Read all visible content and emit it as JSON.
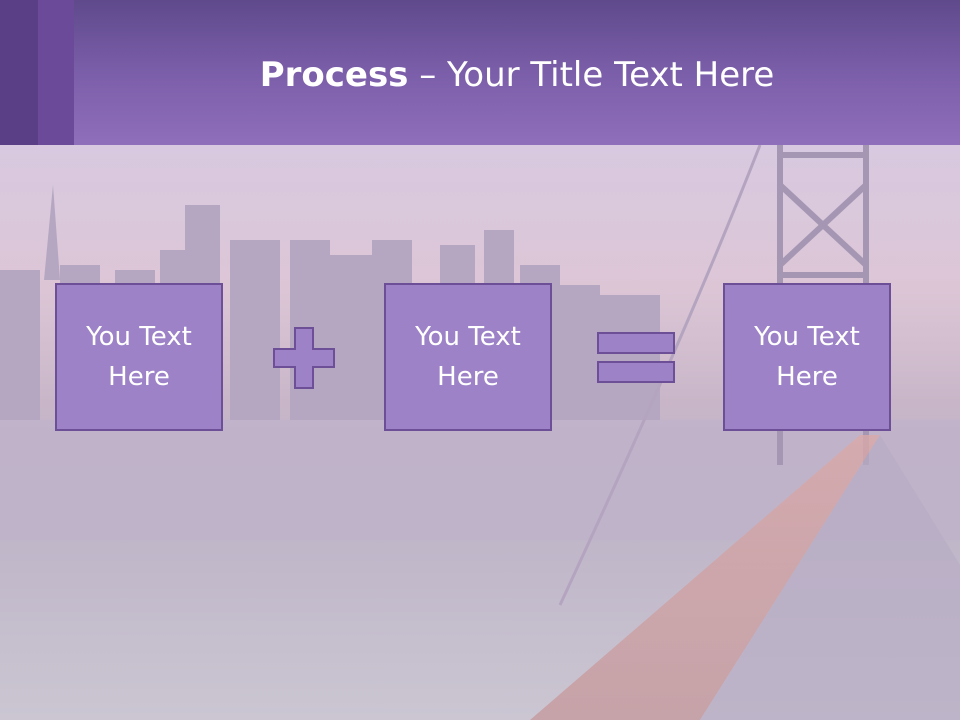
{
  "slide": {
    "title_bold": "Process",
    "title_rest": " – Your Title Text Here",
    "boxes": [
      {
        "line1": "You Text",
        "line2": "Here"
      },
      {
        "line1": "You Text",
        "line2": "Here"
      },
      {
        "line1": "You Text",
        "line2": "Here"
      }
    ],
    "operators": [
      "plus-icon",
      "equals-icon"
    ]
  },
  "colors": {
    "header": "#7b5ea9",
    "box_fill": "#9d82c8",
    "box_border": "#6d4f97",
    "text": "#ffffff"
  }
}
